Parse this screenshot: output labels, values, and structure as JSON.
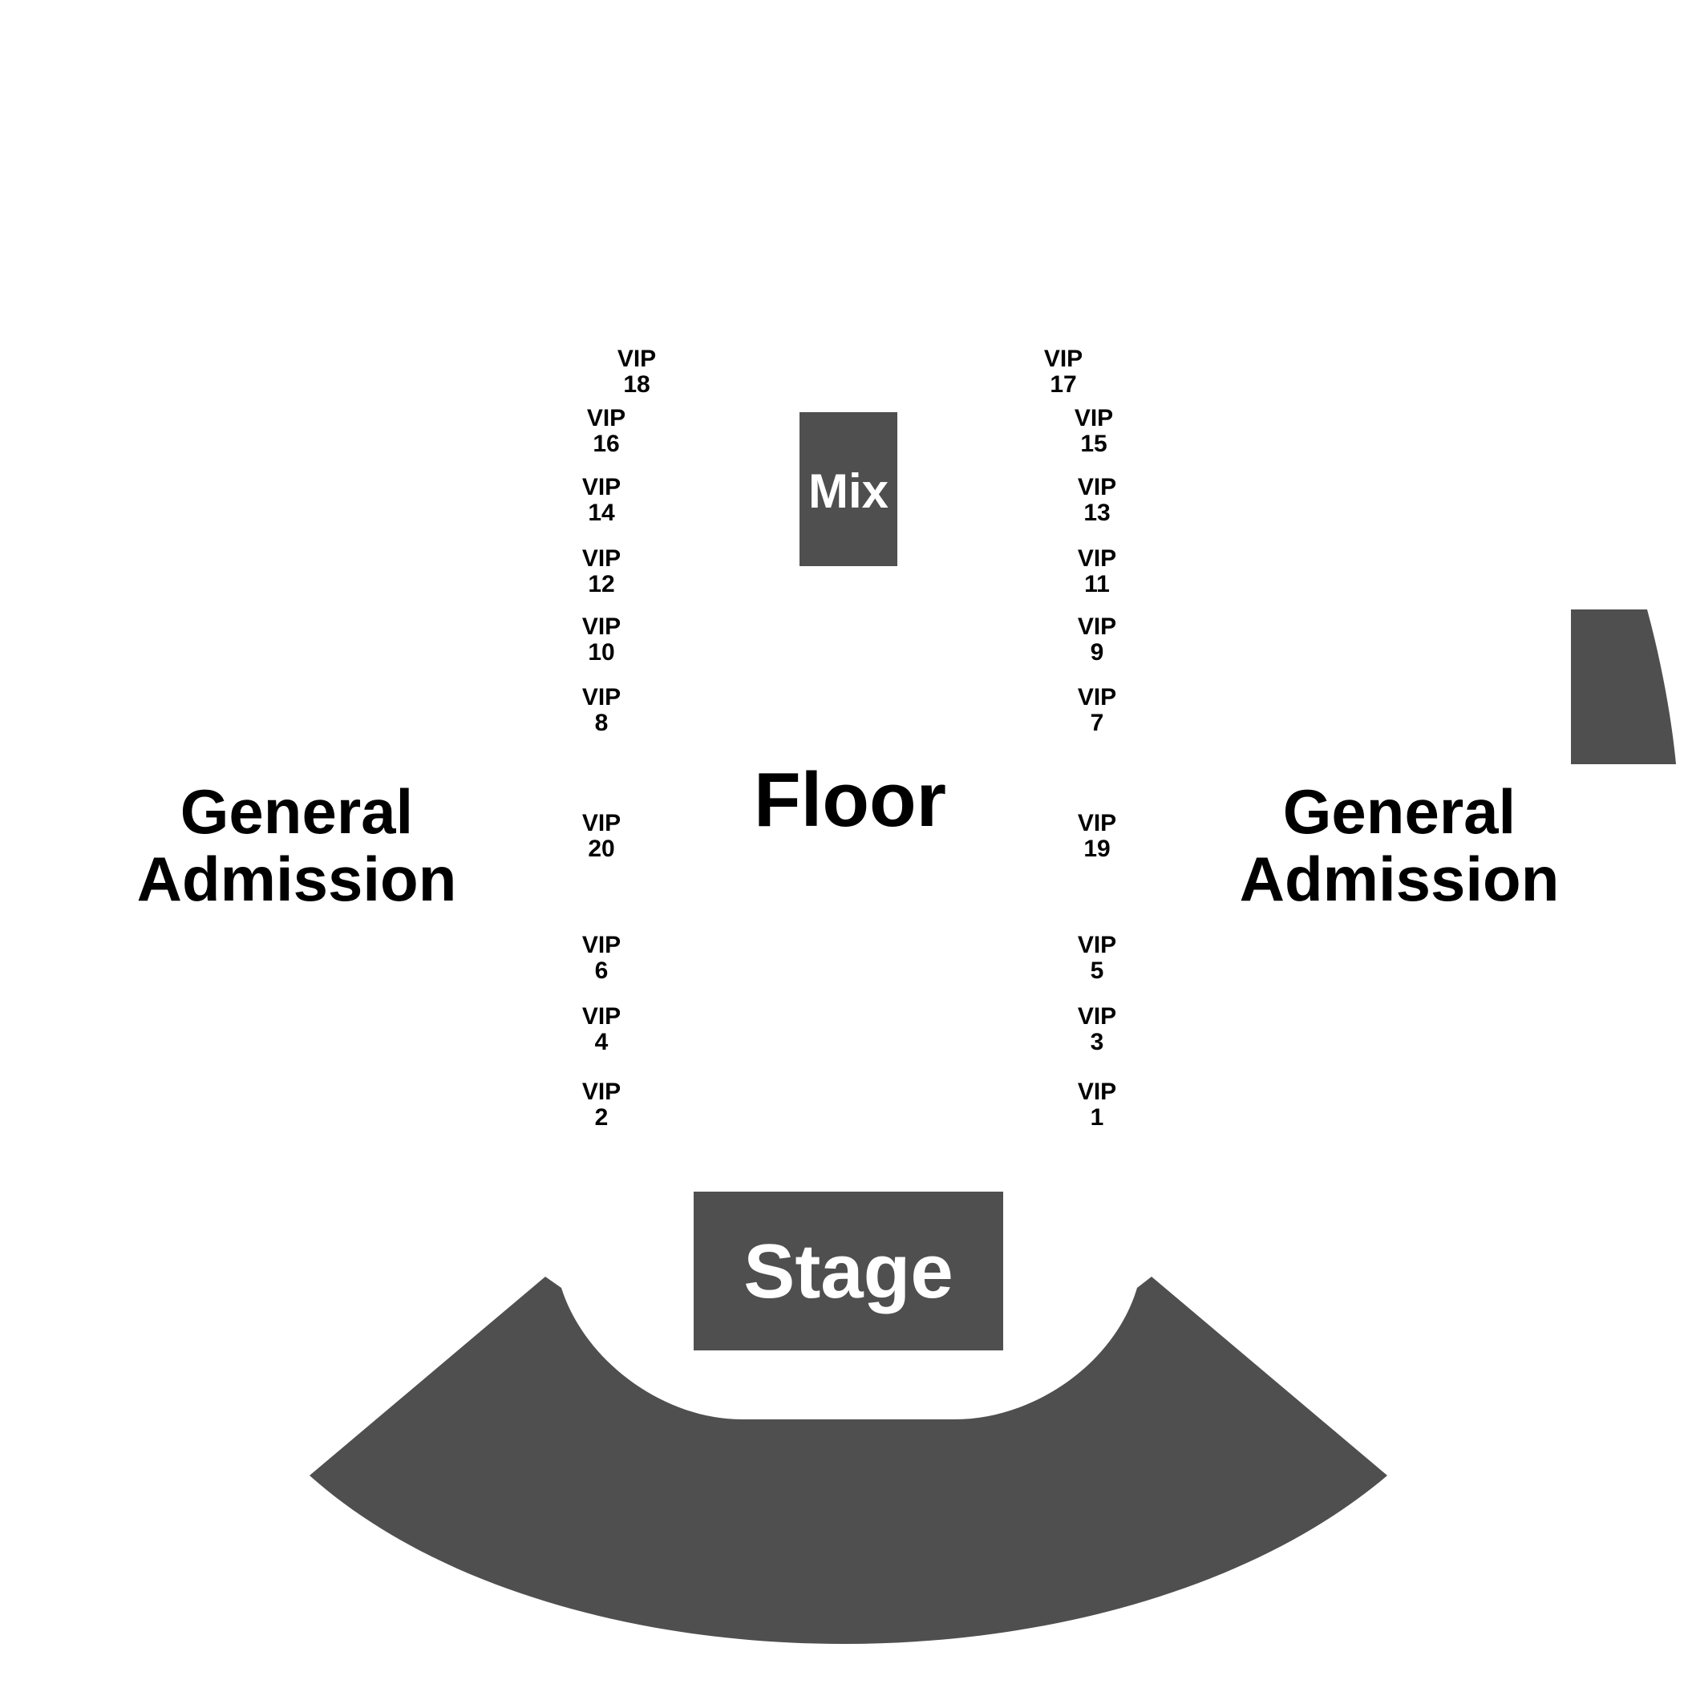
{
  "colors": {
    "section_fill": "#4f4f4f",
    "label_dark": "#000000",
    "label_light": "#ffffff",
    "background": "#ffffff"
  },
  "sections": {
    "floor": "Floor",
    "mix": "Mix",
    "stage": "Stage",
    "general_admission_left": {
      "line1": "General",
      "line2": "Admission"
    },
    "general_admission_right": {
      "line1": "General",
      "line2": "Admission"
    }
  },
  "vip": {
    "prefix": "VIP",
    "v1": "1",
    "v2": "2",
    "v3": "3",
    "v4": "4",
    "v5": "5",
    "v6": "6",
    "v7": "7",
    "v8": "8",
    "v9": "9",
    "v10": "10",
    "v11": "11",
    "v12": "12",
    "v13": "13",
    "v14": "14",
    "v15": "15",
    "v16": "16",
    "v17": "17",
    "v18": "18",
    "v19": "19",
    "v20": "20"
  }
}
